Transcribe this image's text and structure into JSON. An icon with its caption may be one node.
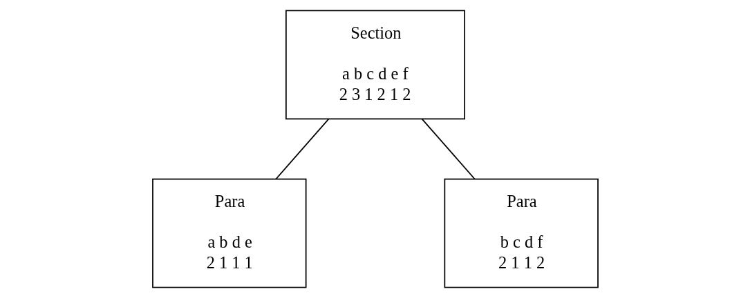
{
  "diagram": {
    "nodes": [
      {
        "text": [
          "Section",
          "a b c d e f",
          "2 3 1 2 1 2"
        ]
      },
      {
        "text": [
          "Para",
          "a b d e",
          "2 1 1 1"
        ]
      },
      {
        "text": [
          "Para",
          "b c d f",
          "2 1 1 2"
        ]
      }
    ],
    "edges": [
      {
        "from": 0,
        "to": 1,
        "arrow": "none"
      },
      {
        "from": 0,
        "to": 2,
        "arrow": "none"
      }
    ]
  }
}
